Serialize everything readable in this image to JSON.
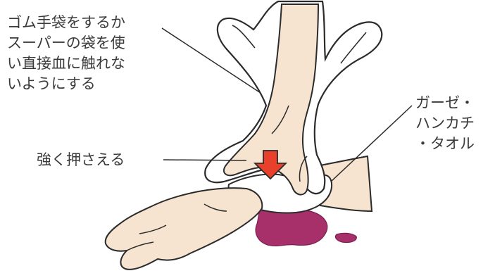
{
  "labels": {
    "protect": [
      "ゴム手袋をするか",
      "スーパーの袋を使",
      "い直接血に触れな",
      "いようにする"
    ],
    "press": "強く押さえる",
    "gauze": [
      "ガーゼ・",
      "ハンカチ",
      "・タオル"
    ]
  },
  "colors": {
    "skin": "#f6e4d0",
    "outline": "#2b2b2b",
    "blood": "#a8306a",
    "arrow": "#e8402a",
    "text": "#3a3a3a",
    "cloth": "#ffffff"
  }
}
